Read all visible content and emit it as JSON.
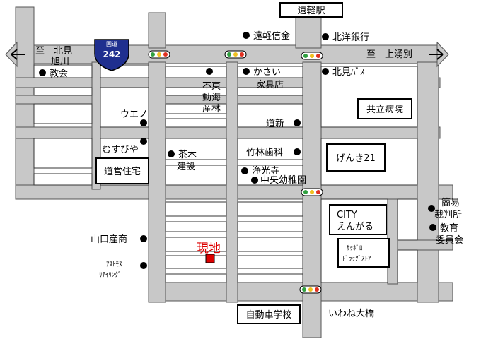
{
  "route": {
    "shield_top": "国道",
    "number": "242"
  },
  "labels": {
    "station": "遠軽駅",
    "left_dir_1": "至　北見",
    "left_dir_2": "旭川",
    "right_dir": "至　上湧別",
    "enkei_bank": "遠軽信金",
    "hokuyo_bank": "北洋銀行",
    "church": "教会",
    "kasai": "かさい",
    "kasai_2": "家具店",
    "kitami_bus": "北見ﾊﾞｽ",
    "fudosan_1": "不東",
    "fudosan_2": "動海",
    "fudosan_3": "産林",
    "kyoritsu": "共立病院",
    "ueno": "ウエノ",
    "doshin": "道新",
    "musubiya": "むすびや",
    "chaki_1": "茶木",
    "chaki_2": "建設",
    "chikurin": "竹林歯科",
    "genki": "げんき21",
    "doei": "道営住宅",
    "jokoji": "浄光寺",
    "chuo_kinder": "中央幼稚園",
    "court_1": "簡易",
    "court_2": "裁判所",
    "city_1": "CITY",
    "city_2": "えんがる",
    "edu_1": "教育",
    "edu_2": "委員会",
    "yamaguchi": "山口産商",
    "site": "現地",
    "sapporo_1": "ｻｯﾎﾟﾛ",
    "sapporo_2": "ﾄﾞﾗｯｸﾞｽﾄｱ",
    "astomos_1": "ｱｽﾄﾓｽ",
    "astomos_2": "ﾘﾃｲﾘﾝｸﾞ",
    "driving_school": "自動車学校",
    "iwane": "いわね大橋"
  },
  "colors": {
    "road": "#c8c8c8",
    "site": "#dd0000",
    "signal_red": "#e03020",
    "signal_yellow": "#f0c020",
    "signal_green": "#30a040",
    "shield": "#1f2f8f"
  }
}
